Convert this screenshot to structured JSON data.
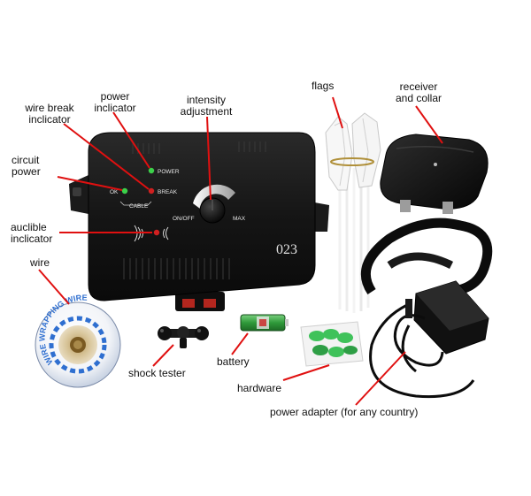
{
  "labels": {
    "power_indicator": [
      "power",
      "inclicator"
    ],
    "intensity_adjustment": [
      "intensity",
      "adjustment"
    ],
    "flags": "flags",
    "receiver_and_collar": [
      "receiver",
      "and collar"
    ],
    "wire_break_indicator": [
      "wire break",
      "inclicator"
    ],
    "circuit_power": [
      "circuit",
      "power"
    ],
    "audible_indicator": [
      "auclible",
      "inclicator"
    ],
    "wire": "wire",
    "shock_tester": "shock tester",
    "battery": "battery",
    "hardware": "hardware",
    "power_adapter": "power adapter (for any country)"
  },
  "device": {
    "power_led": "POWER",
    "break_led": "BREAK",
    "ok_led": "OK",
    "cable": "CABLE",
    "on_off": "ON/OFF",
    "max": "MAX",
    "model": "023"
  },
  "spool_text": "WIRE WRAPPING WIRE",
  "colors": {
    "pointer_line": "#e01010",
    "device_body": "#151515",
    "led_green": "#3cd04a",
    "led_red": "#d02020",
    "flag": "#f4f4f4",
    "spool_blue": "#2f6fd0",
    "spool_core": "#d8c59a",
    "battery_green": "#2f9a3a",
    "hardware_green": "#3fc25a"
  }
}
